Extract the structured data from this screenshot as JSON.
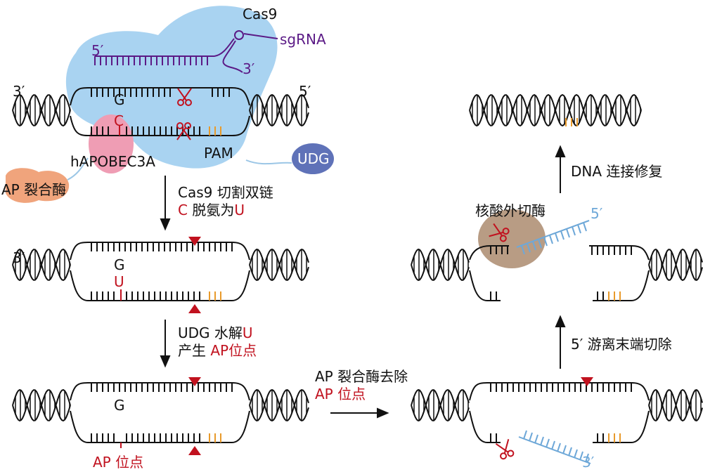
{
  "top_left": {
    "strand_3prime": "3′",
    "strand_5prime": "5′",
    "cas9": "Cas9",
    "sgrna": "sgRNA",
    "sgrna_5prime": "5′",
    "sgrna_3prime": "3′",
    "base_g": "G",
    "base_c": "C",
    "pam": "PAM",
    "hapobec": "hAPOBEC3A",
    "udg": "UDG",
    "ap_lyase": "AP 裂合酶"
  },
  "step1": {
    "line1": "Cas9 切割双链",
    "line2_red_c": "C",
    "line2_mid": " 脱氨为",
    "line2_red_u": "U"
  },
  "mid_left": {
    "strand_3prime": "3′",
    "base_g": "G",
    "base_u": "U"
  },
  "step2": {
    "line1_a": "UDG 水解",
    "line1_red_u": "U",
    "line2_a": "产生 ",
    "line2_red": "AP位点"
  },
  "bottom_left": {
    "base_g": "G",
    "ap_site": "AP 位点"
  },
  "step3": {
    "line1": "AP 裂合酶去除",
    "line2_red": "AP 位点"
  },
  "bottom_right": {
    "prime_3": "3′"
  },
  "step4": {
    "label": "5′ 游离末端切除"
  },
  "mid_right": {
    "exonuclease": "核酸外切酶",
    "prime_5": "5′"
  },
  "step5": {
    "label": "DNA 连接修复"
  },
  "colors": {
    "cas9": "#a9d3f1",
    "hapobec": "#ef9db4",
    "udg": "#5f72b8",
    "ap_lyase": "#f0a47c",
    "exo": "#b89c84",
    "sgrna": "#5b1a86",
    "red": "#c1121f",
    "pam": "#e89a2b",
    "flap": "#6ea8d8"
  }
}
